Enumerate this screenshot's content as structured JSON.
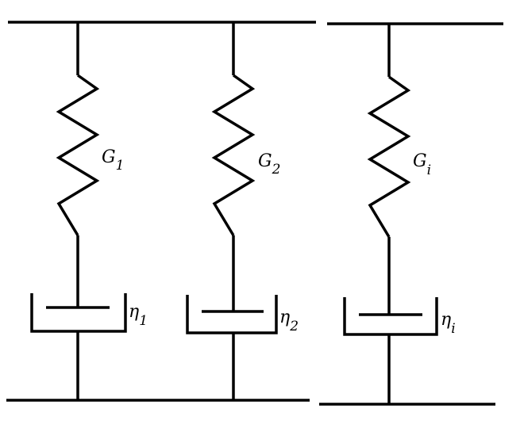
{
  "branches": [
    {
      "spring": {
        "main": "G",
        "sub": "1"
      },
      "dashpot": {
        "main": "η",
        "sub": "1"
      }
    },
    {
      "spring": {
        "main": "G",
        "sub": "2"
      },
      "dashpot": {
        "main": "η",
        "sub": "2"
      }
    },
    {
      "spring": {
        "main": "G",
        "sub": "i"
      },
      "dashpot": {
        "main": "η",
        "sub": "i"
      }
    }
  ]
}
